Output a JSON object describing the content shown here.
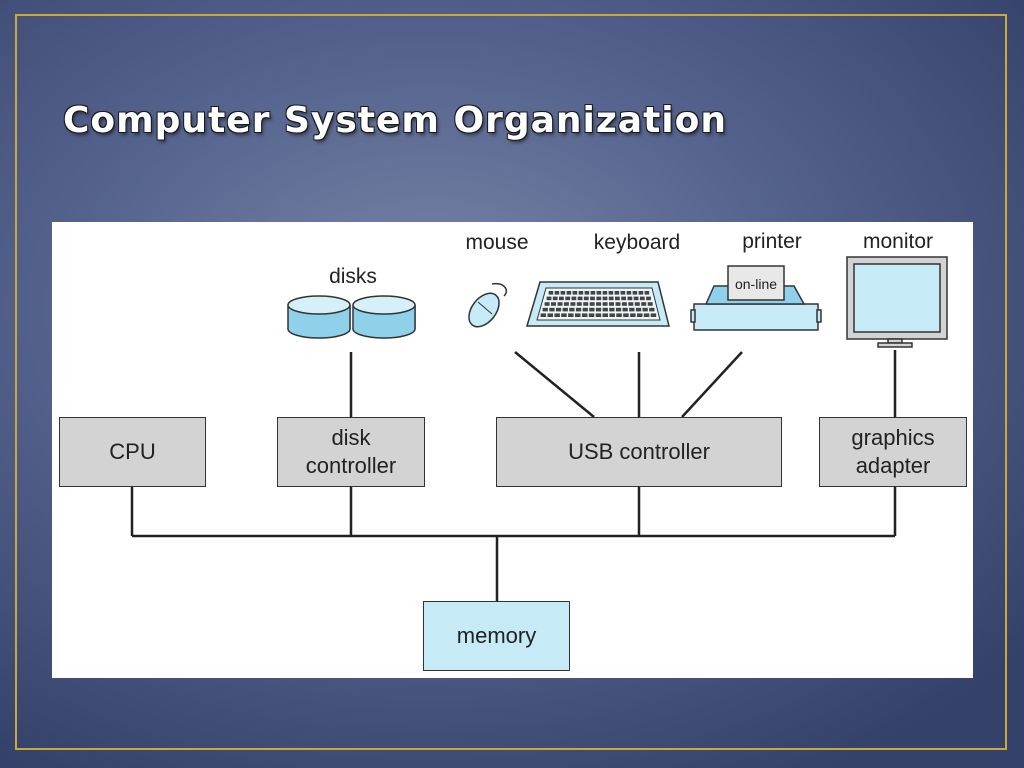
{
  "slide": {
    "title": "Computer System Organization"
  },
  "diagram": {
    "components": {
      "cpu": "CPU",
      "disk_controller": [
        "disk",
        "controller"
      ],
      "usb_controller": "USB controller",
      "graphics_adapter": [
        "graphics",
        "adapter"
      ],
      "memory": "memory"
    },
    "devices": {
      "disks": "disks",
      "mouse": "mouse",
      "keyboard": "keyboard",
      "printer": "printer",
      "printer_panel": "on-line",
      "monitor": "monitor"
    },
    "colors": {
      "component_fill": "#d3d3d3",
      "memory_fill": "#c6eaf6",
      "device_fill": "#c6eaf6",
      "frame_border": "#c9a93a"
    }
  }
}
